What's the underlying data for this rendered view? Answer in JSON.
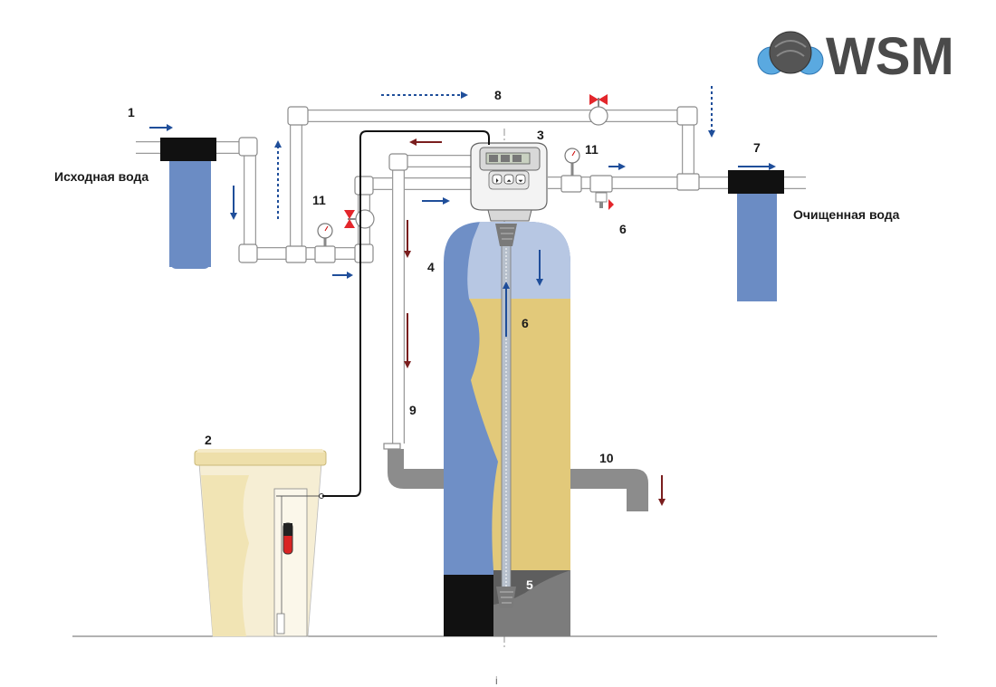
{
  "logo": {
    "text": "WSM"
  },
  "labels": {
    "source_water": "Исходная вода",
    "purified_water": "Очищенная вода"
  },
  "numbers": {
    "n1": "1",
    "n2": "2",
    "n3": "3",
    "n4": "4",
    "n5": "5",
    "n6_tank": "6",
    "n6_valve": "6",
    "n7": "7",
    "n8": "8",
    "n9": "9",
    "n10": "10",
    "n11_left": "11",
    "n11_right": "11"
  },
  "controller": {
    "buttons": [
      "⏵",
      "⏶",
      "⏷"
    ]
  },
  "colors": {
    "flow_blue": "#1f4e9a",
    "flow_red": "#7a1e1e",
    "filter_body": "#6b8cc4",
    "media": "#e2c97a",
    "water_top": "#b7c7e3",
    "tank_outer": "#6f8fc6",
    "brine_tank": "#f1e4b4",
    "drain_pipe": "#8c8c8c",
    "bed_gravel": "#6a6a6a"
  },
  "footer": {
    "mark": "i"
  }
}
